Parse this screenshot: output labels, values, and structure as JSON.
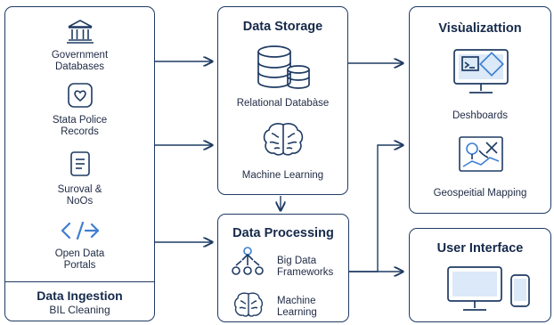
{
  "colors": {
    "ink": "#1f3b63",
    "accent": "#3f7fd1",
    "text": "#15294a"
  },
  "ingestion": {
    "items": [
      {
        "label_line1": "Government",
        "label_line2": "Databases",
        "icon": "government-building-icon"
      },
      {
        "label_line1": "Stata Police",
        "label_line2": "Records",
        "icon": "police-badge-icon"
      },
      {
        "label_line1": "Suroval &",
        "label_line2": "NoOs",
        "icon": "document-list-icon"
      },
      {
        "label_line1": "Open Data",
        "label_line2": "Portals",
        "icon": "code-brackets-icon"
      }
    ],
    "footer_title": "Data Ingestion",
    "footer_subtitle": "BIL Cleaning"
  },
  "storage": {
    "title": "Data Storage",
    "items": [
      {
        "label": "Relational Databàse",
        "icon": "database-icon"
      },
      {
        "label": "Machine Learning",
        "icon": "brain-icon"
      }
    ]
  },
  "processing": {
    "title": "Data Processing",
    "items": [
      {
        "label_line1": "Big Data",
        "label_line2": "Frameworks",
        "icon": "network-nodes-icon"
      },
      {
        "label_line1": "Machine",
        "label_line2": "Learning",
        "icon": "brain-icon"
      }
    ]
  },
  "visualization": {
    "title": "Visùalizattion",
    "items": [
      {
        "label": "Deshboards",
        "icon": "dashboard-monitor-icon"
      },
      {
        "label": "Geospeitial Mapping",
        "icon": "map-icon"
      }
    ]
  },
  "user_interface": {
    "title": "User Interface",
    "icons": [
      "desktop-monitor-icon",
      "smartphone-icon"
    ]
  }
}
